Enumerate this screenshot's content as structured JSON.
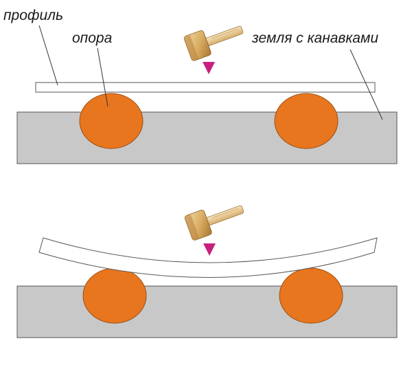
{
  "labels": {
    "profile": "профиль",
    "support": "опора",
    "ground": "земля с канавками"
  },
  "icons": {
    "hammer": "mallet-icon",
    "force": "down-triangle-icon"
  },
  "colors": {
    "ground": "#c8c8c8",
    "support": "#e8761e",
    "support_edge": "#9a4d12",
    "arrow": "#c8207e",
    "profile_fill": "#ffffff",
    "outline": "#555555"
  }
}
